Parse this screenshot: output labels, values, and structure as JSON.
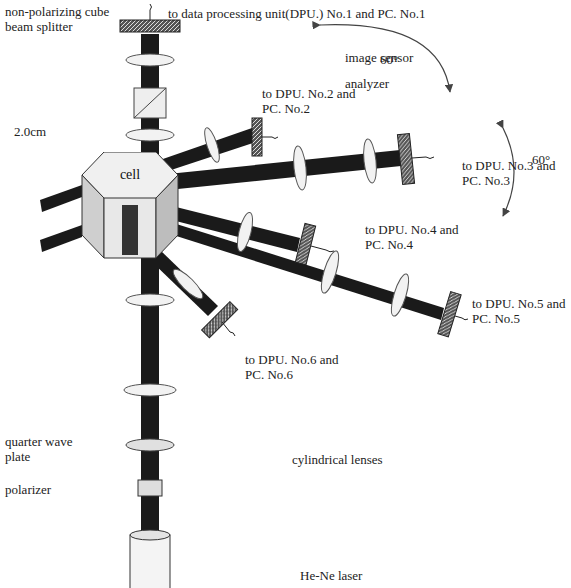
{
  "diagram": {
    "nodes": [
      {
        "text": [
          "cell"
        ]
      }
    ],
    "labels": [
      "non-polarizing cube beam splitter",
      "to data processing unit(DPU.) No.1 and PC. No.1",
      "60°",
      "image sensor",
      "analyzer",
      "to DPU. No.2 and PC. No.2",
      "to DPU. No.3 and PC. No.3",
      "2.0cm",
      "to DPU. No.4 and PC. No.4",
      "60°",
      "to DPU. No.5 and PC. No.5",
      "to DPU. No.6 and PC. No.6",
      "quarter wave plate",
      "polarizer",
      "cylindrical lenses",
      "He-Ne laser"
    ]
  }
}
